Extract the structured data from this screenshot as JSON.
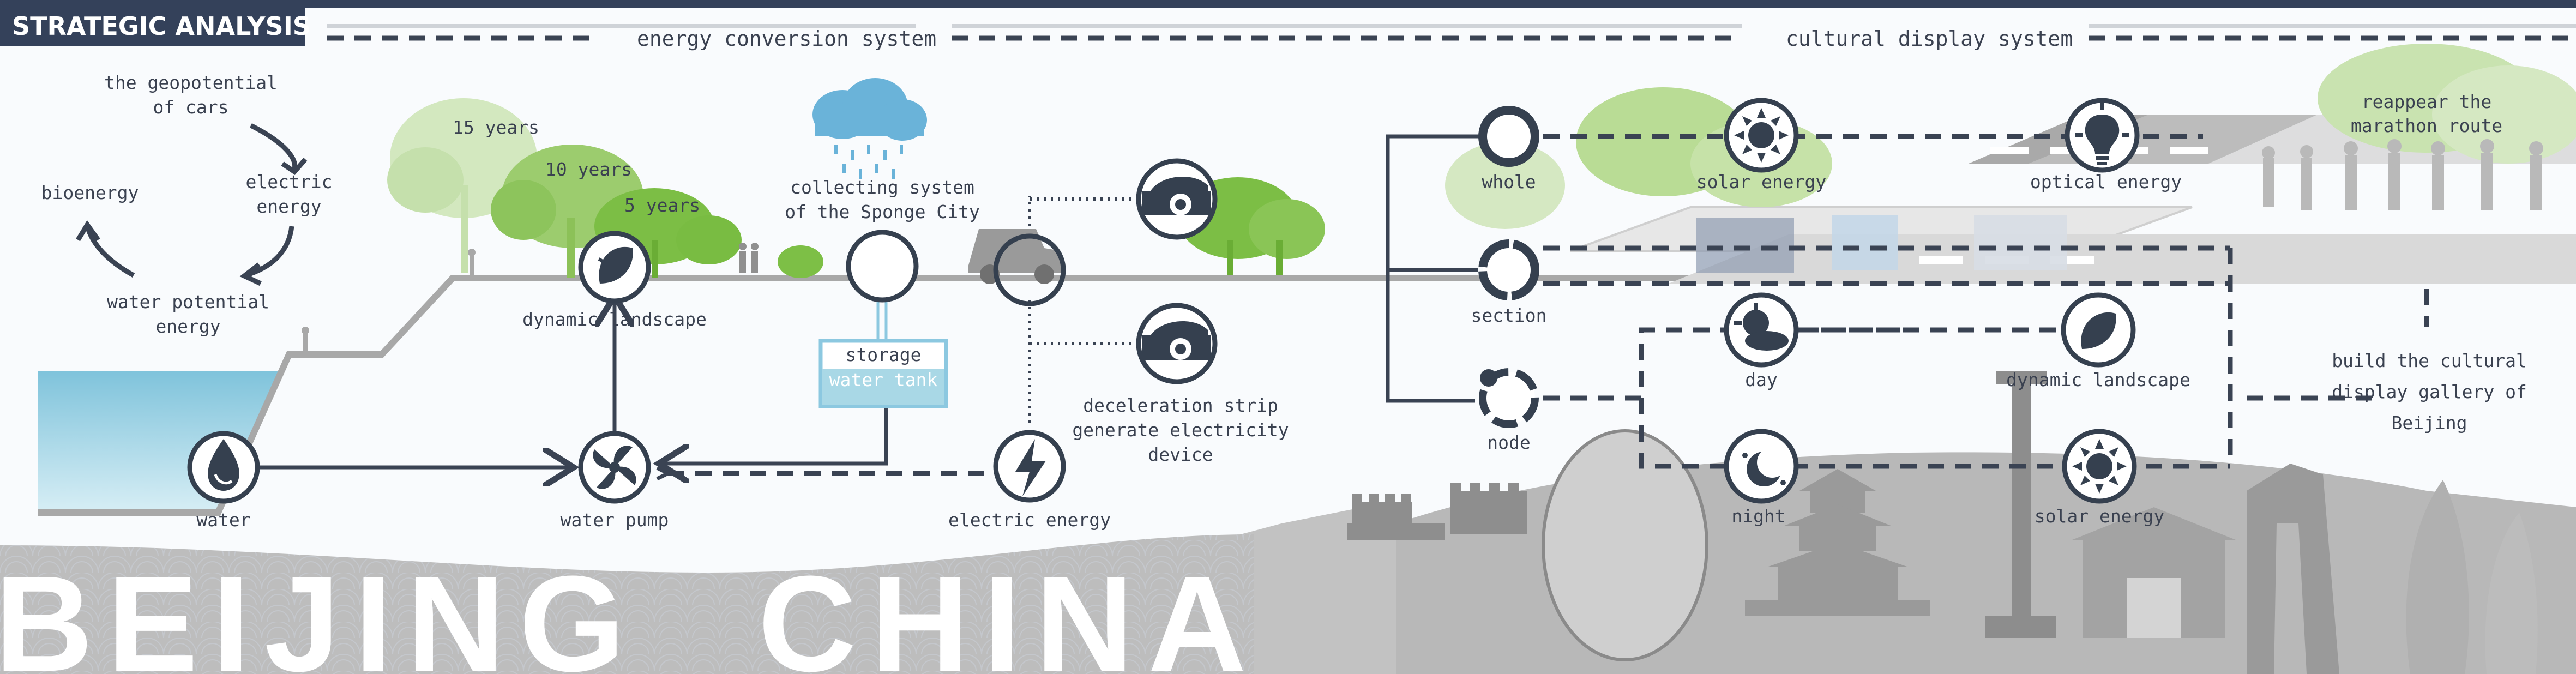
{
  "header": {
    "title": "STRATEGIC ANALYSIS",
    "section_energy": "energy conversion system",
    "section_cultural": "cultural display system"
  },
  "cycle": {
    "geopotential_line1": "the geopotential",
    "geopotential_line2": "of cars",
    "electric_line1": "electric",
    "electric_line2": "energy",
    "water_potential_line1": "water potential",
    "water_potential_line2": "energy",
    "bioenergy": "bioenergy"
  },
  "tree_ages": {
    "fifteen": "15 years",
    "ten": "10 years",
    "five": "5 years"
  },
  "energy_nodes": {
    "water": "water",
    "water_pump": "water pump",
    "dynamic_landscape": "dynamic landscape",
    "collecting_line1": "collecting system",
    "collecting_line2": "of the Sponge City",
    "storage_line1": "storage",
    "storage_line2": "water tank",
    "decel_line1": "deceleration strip",
    "decel_line2": "generate electricity",
    "decel_line3": "device",
    "electric_energy": "electric energy"
  },
  "cultural_nodes": {
    "whole": "whole",
    "section": "section",
    "node": "node",
    "solar_energy_top": "solar energy",
    "optical_energy": "optical energy",
    "day": "day",
    "dynamic_landscape": "dynamic landscape",
    "night": "night",
    "solar_energy_bottom": "solar energy",
    "marathon_line1": "reappear the",
    "marathon_line2": "marathon route",
    "gallery_line1": "build the cultural",
    "gallery_line2": "display gallery of",
    "gallery_line3": "Beijing"
  },
  "footer": {
    "beijing": "BEIJING",
    "china": "CHINA"
  },
  "icons": [
    "water-drop-icon",
    "fan-icon",
    "leaf-icon",
    "lightning-icon",
    "rain-cloud-icon",
    "sun-icon",
    "light-bulb-icon",
    "day-cloud-sun-icon",
    "moon-stars-icon",
    "car-icon"
  ],
  "colors": {
    "dark": "#35404f",
    "water": "#a9d8e6",
    "tank": "#8cc8e0",
    "cloud": "#6ab3d9",
    "tree_green": "#7ec04a",
    "tree_light": "#c9e3b0",
    "silhouette": "#a7a7a7"
  }
}
